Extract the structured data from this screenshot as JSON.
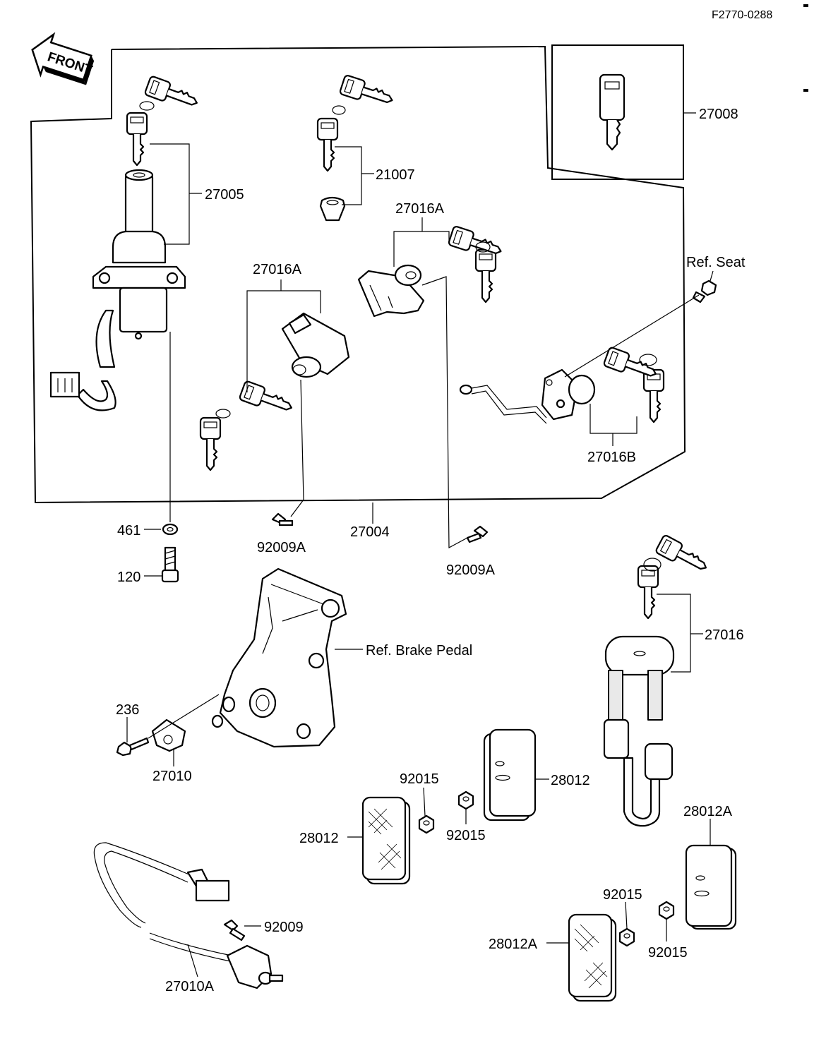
{
  "figure_code": "F2770-0288",
  "front_label": "FRONT",
  "parts": {
    "p27005": "27005",
    "p21007": "21007",
    "p27008": "27008",
    "p27016A_left": "27016A",
    "p27016A_right": "27016A",
    "ref_seat": "Ref. Seat",
    "p27016B": "27016B",
    "p461": "461",
    "p120": "120",
    "p92009A_left": "92009A",
    "p27004": "27004",
    "p92009A_right": "92009A",
    "ref_brake_pedal": "Ref. Brake Pedal",
    "p27016": "27016",
    "p236": "236",
    "p27010": "27010",
    "p92015_a": "92015",
    "p92015_b": "92015",
    "p28012_right": "28012",
    "p28012_left": "28012",
    "p28012A_top": "28012A",
    "p92015_c": "92015",
    "p92015_d": "92015",
    "p28012A_bottom": "28012A",
    "p92009": "92009",
    "p27010A": "27010A"
  }
}
